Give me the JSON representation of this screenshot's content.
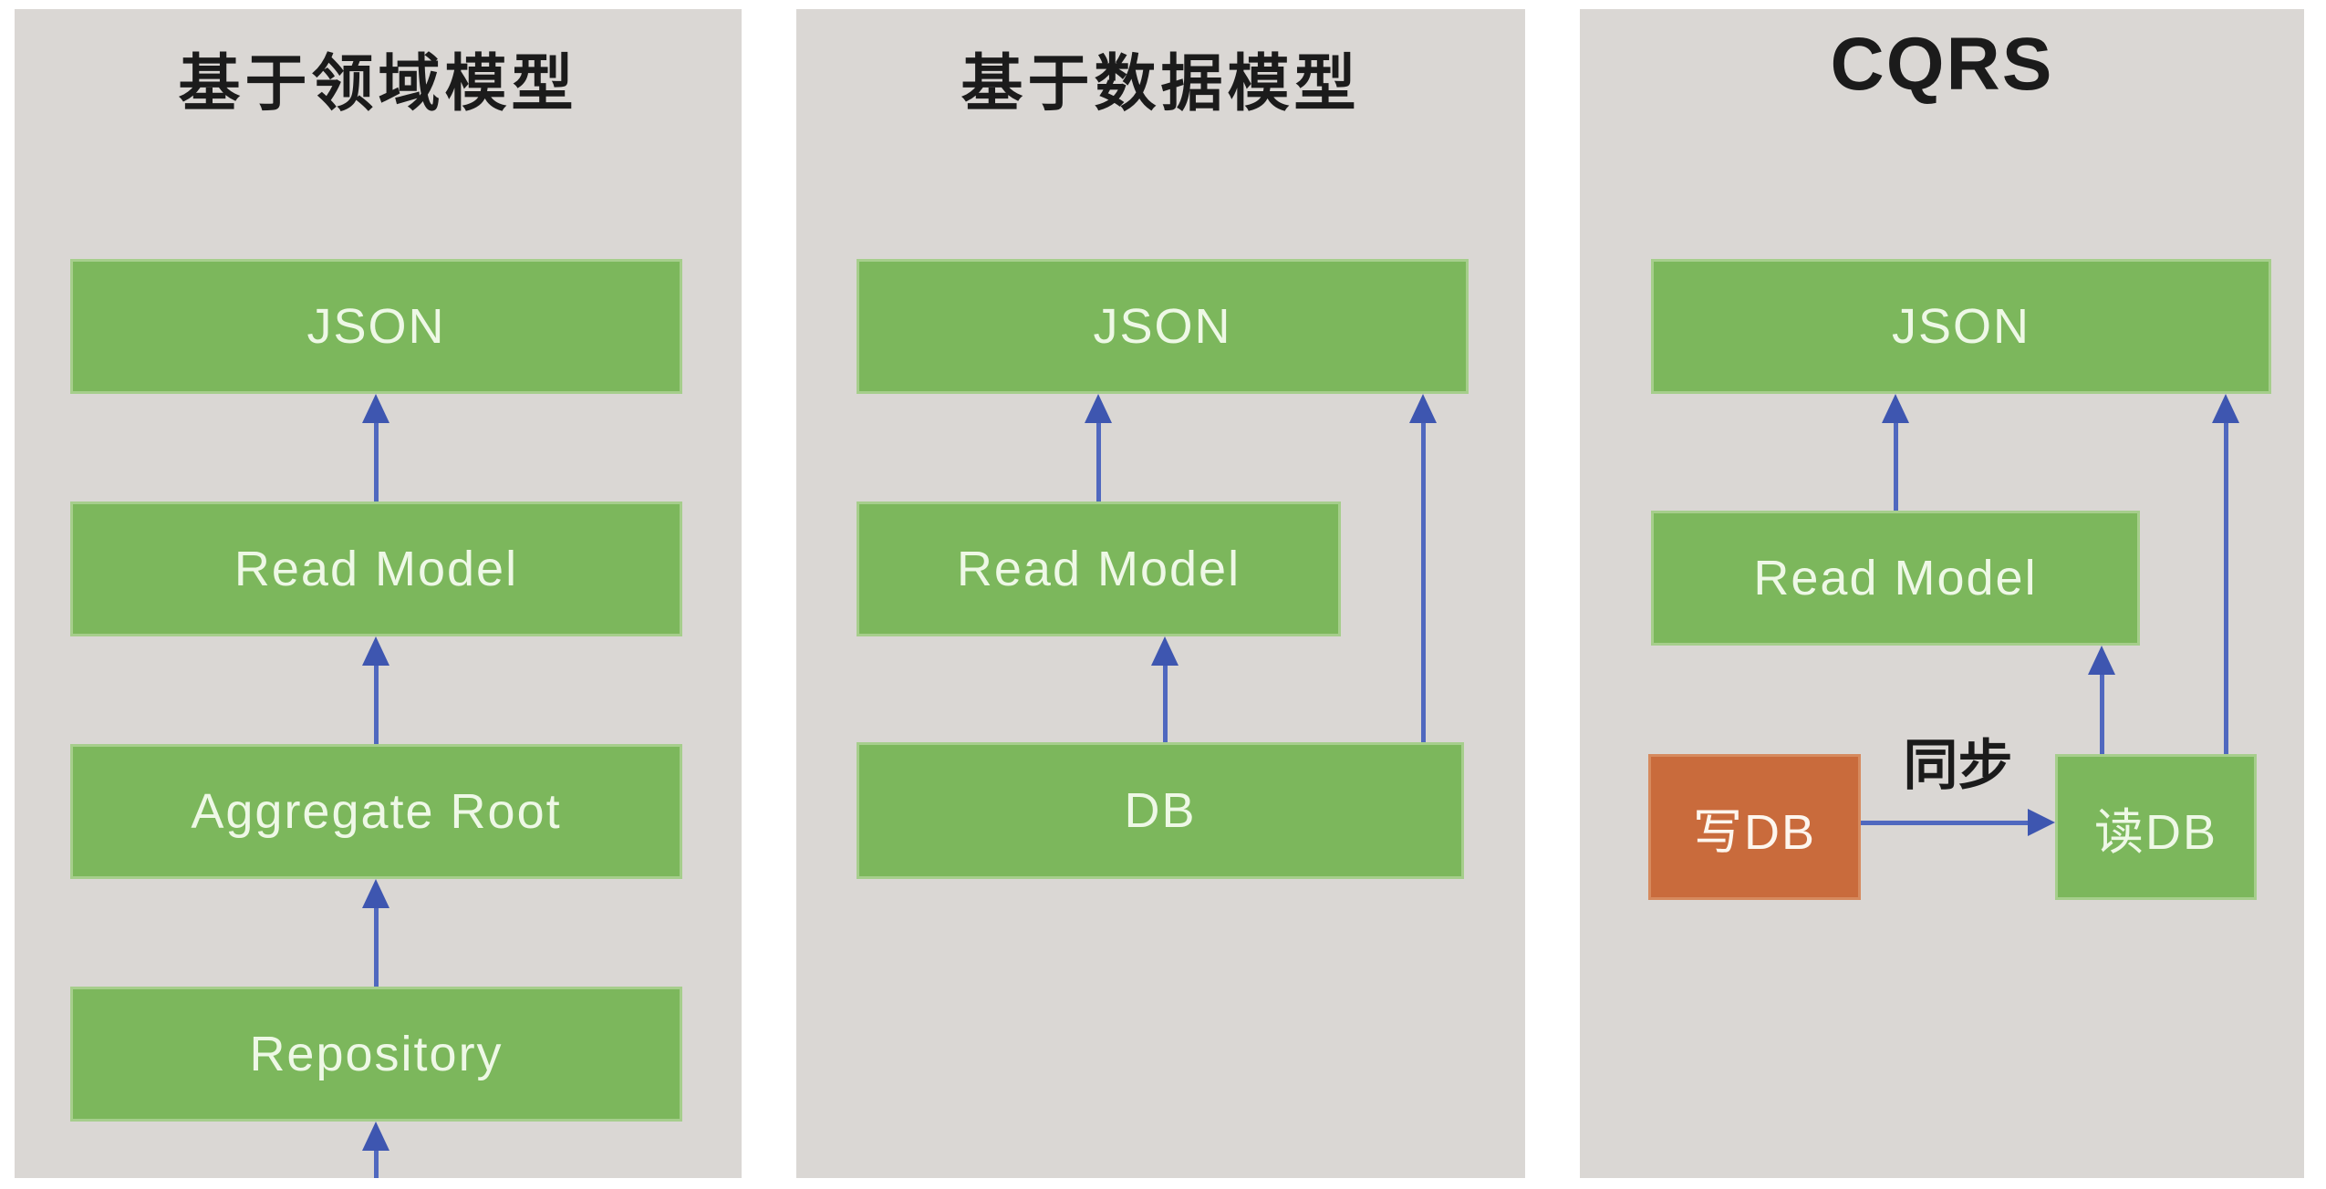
{
  "colors": {
    "panel_background": "#dad7d4",
    "node_green": "#7cb75c",
    "node_orange": "#c96b3c",
    "arrow_blue": "#5068bf",
    "arrow_head_blue": "#3e56b0",
    "title_text": "#1b1b1b",
    "node_text": "#eef8e6"
  },
  "panels": [
    {
      "title": "基于领域模型",
      "boxes": [
        {
          "label": "JSON"
        },
        {
          "label": "Read Model"
        },
        {
          "label": "Aggregate Root"
        },
        {
          "label": "Repository"
        }
      ]
    },
    {
      "title": "基于数据模型",
      "boxes": [
        {
          "label": "JSON"
        },
        {
          "label": "Read Model"
        },
        {
          "label": "DB"
        }
      ]
    },
    {
      "title": "CQRS",
      "boxes": [
        {
          "label": "JSON"
        },
        {
          "label": "Read Model"
        },
        {
          "label": "写DB"
        },
        {
          "label": "读DB"
        }
      ],
      "edge_label": "同步"
    }
  ]
}
